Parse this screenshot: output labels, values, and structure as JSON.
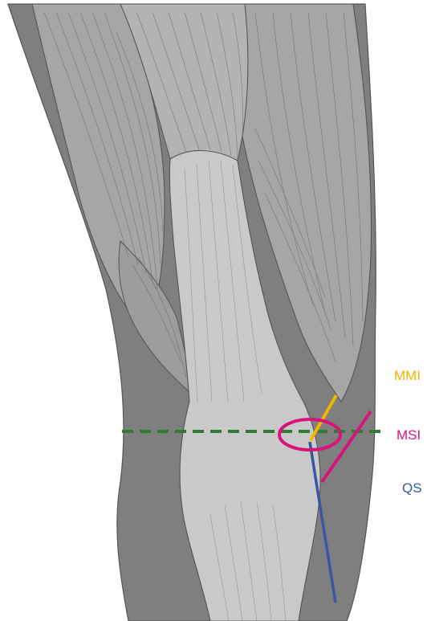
{
  "labels": {
    "mmi": "MMI",
    "msi": "MSI",
    "qs": "QS"
  },
  "colors": {
    "background": "#ffffff",
    "mmi": "#f5b400",
    "msi": "#d6147a",
    "qs": "#3a56a0",
    "reference_line": "#2e7d32",
    "muscle_dark": "#7f7f7f",
    "muscle_mid": "#a6a6a6",
    "tendon_light": "#c9c9c9",
    "outline": "#555555",
    "fiber": "#6e6e6e"
  },
  "icons": [
    "knee-muscle-illustration"
  ]
}
